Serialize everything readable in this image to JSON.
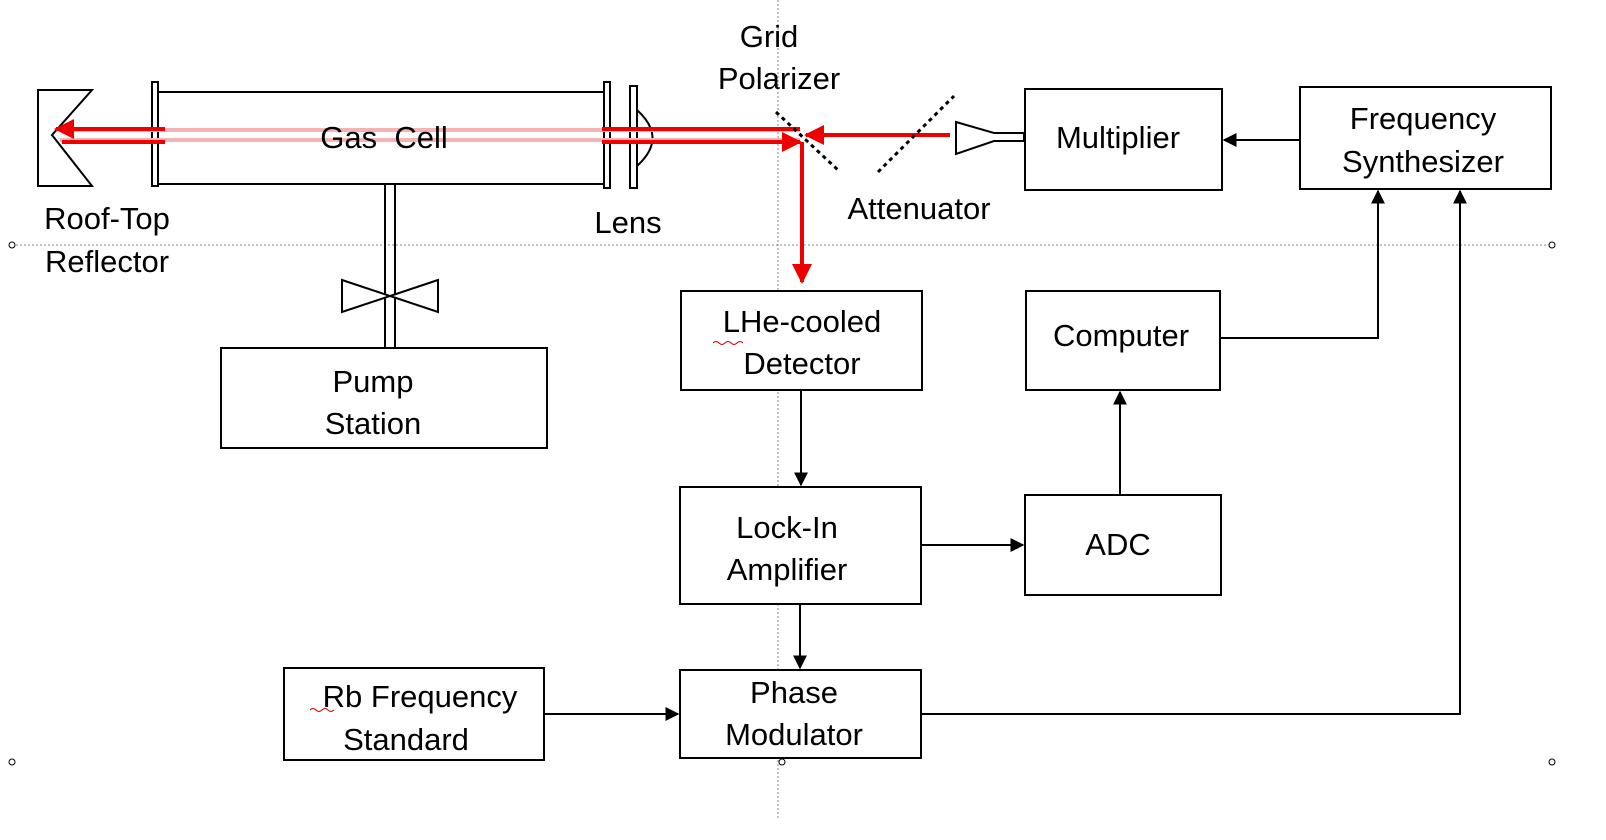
{
  "labels": {
    "gas_cell": "Gas  Cell",
    "roof_top_line1": "Roof-Top",
    "roof_top_line2": "Reflector",
    "lens": "Lens",
    "grid_polarizer_line1": "Grid",
    "grid_polarizer_line2": "Polarizer",
    "attenuator": "Attenuator",
    "multiplier": "Multiplier",
    "freq_synth_line1": "Frequency",
    "freq_synth_line2": "Synthesizer",
    "pump_line1": "Pump",
    "pump_line2": "Station",
    "detector_line1": "LHe-cooled",
    "detector_line2": "Detector",
    "computer": "Computer",
    "lockin_line1": "Lock-In",
    "lockin_line2": "Amplifier",
    "adc": "ADC",
    "rb_line1": "Rb Frequency",
    "rb_line2": "Standard",
    "phase_line1": "Phase",
    "phase_line2": "Modulator"
  },
  "colors": {
    "beam": "#ee0000",
    "beam_return": "#f5b3b3",
    "stroke": "#000000",
    "guide": "#888888"
  }
}
